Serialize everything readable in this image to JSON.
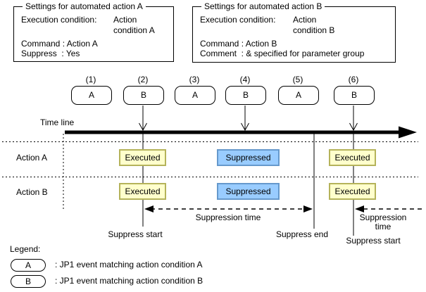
{
  "settings_boxes": [
    {
      "title": "Settings for automated action A",
      "execution_condition_label": "Execution condition:",
      "execution_condition_value": "Action\ncondition A",
      "command_line": "Command : Action A",
      "last_line": "Suppress  : Yes"
    },
    {
      "title": "Settings for automated action B",
      "execution_condition_label": "Execution condition:",
      "execution_condition_value": "Action\ncondition B",
      "command_line": "Command : Action B",
      "last_line": "Comment  : & specified for parameter group"
    }
  ],
  "events": [
    {
      "number": "(1)",
      "letter": "A"
    },
    {
      "number": "(2)",
      "letter": "B"
    },
    {
      "number": "(3)",
      "letter": "A"
    },
    {
      "number": "(4)",
      "letter": "B"
    },
    {
      "number": "(5)",
      "letter": "A"
    },
    {
      "number": "(6)",
      "letter": "B"
    }
  ],
  "timeline_label": "Time line",
  "rows": [
    {
      "label": "Action A",
      "states": [
        "Executed",
        "Suppressed",
        "Executed"
      ]
    },
    {
      "label": "Action B",
      "states": [
        "Executed",
        "Suppressed",
        "Executed"
      ]
    }
  ],
  "annotations": {
    "suppression_time_1": "Suppression time",
    "suppress_start_1": "Suppress start",
    "suppress_end": "Suppress end",
    "suppression_time_2": "Suppression\ntime",
    "suppress_start_2": "Suppress start"
  },
  "legend": {
    "title": "Legend:",
    "items": [
      {
        "symbol": "A",
        "description": ": JP1 event matching action condition A"
      },
      {
        "symbol": "B",
        "description": ": JP1 event matching action condition B"
      }
    ]
  },
  "colors": {
    "executed_bg": "#ffffcc",
    "executed_border": "#b5b35a",
    "suppressed_bg": "#99ccff",
    "suppressed_border": "#6699cc",
    "line": "#000000"
  }
}
